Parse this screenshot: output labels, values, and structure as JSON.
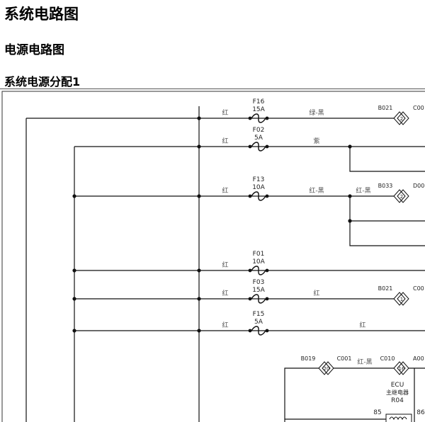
{
  "header": {
    "title": "系统电路图",
    "subtitle": "电源电路图",
    "section": "系统电源分配1"
  },
  "diagram": {
    "fuses": [
      {
        "id": "F16",
        "rating": "15A",
        "left_wire": "红",
        "right_wire": "绿-黑"
      },
      {
        "id": "F02",
        "rating": "5A",
        "left_wire": "红",
        "right_wire": "紫"
      },
      {
        "id": "F13",
        "rating": "10A",
        "left_wire": "红",
        "right_wire": "红-黑"
      },
      {
        "id": "F01",
        "rating": "10A",
        "left_wire": "红",
        "right_wire": ""
      },
      {
        "id": "F03",
        "rating": "15A",
        "left_wire": "红",
        "right_wire": "红"
      },
      {
        "id": "F15",
        "rating": "5A",
        "left_wire": "红",
        "right_wire": "红"
      }
    ],
    "connectors": {
      "c1_left": "B021",
      "c1_right": "C00",
      "c1_pin": "2",
      "c2_wire": "红-黑",
      "c2_left": "B033",
      "c2_right": "D00",
      "c2_pin": "2",
      "c3_left": "B021",
      "c3_right": "C00",
      "c3_pin": "1",
      "c4_left": "B019",
      "c4_mid": "C001",
      "c4_wire": "红-黑",
      "c4_right1": "C010",
      "c4_right2": "A00",
      "c4_pin_a": "20",
      "c4_pin_b": "16"
    },
    "relay": {
      "line1": "ECU",
      "line2": "主继电器",
      "code": "R04",
      "pin_left": "85",
      "pin_right": "86"
    }
  }
}
